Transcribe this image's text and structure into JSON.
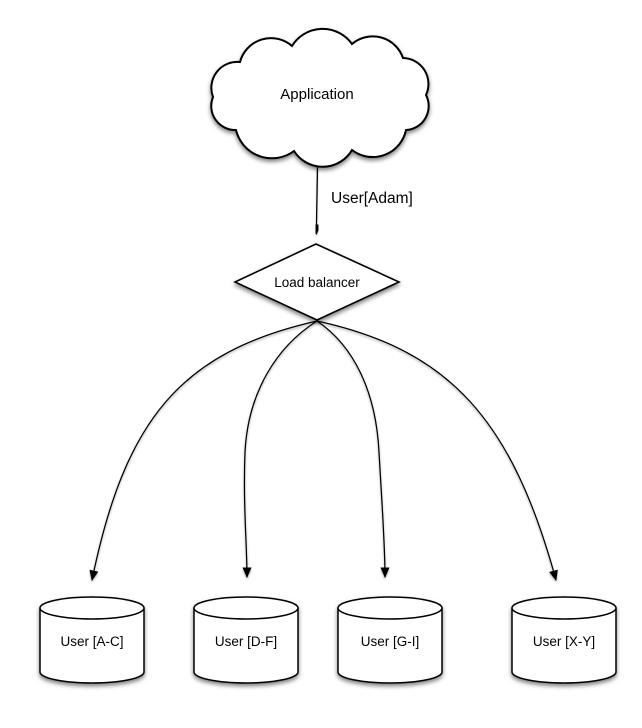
{
  "diagram": {
    "background_color": "#ffffff",
    "stroke_color": "#000000",
    "fill_color": "#ffffff",
    "text_color": "#000000",
    "nodes": {
      "application": {
        "label": "Application",
        "shape": "cloud"
      },
      "load_balancer": {
        "label": "Load balancer",
        "shape": "diamond"
      },
      "db_ac": {
        "label": "User [A-C]",
        "shape": "cylinder"
      },
      "db_df": {
        "label": "User [D-F]",
        "shape": "cylinder"
      },
      "db_gi": {
        "label": "User [G-I]",
        "shape": "cylinder"
      },
      "db_xy": {
        "label": "User [X-Y]",
        "shape": "cylinder"
      }
    },
    "edges": {
      "app_to_lb": {
        "from": "application",
        "to": "load_balancer",
        "label": "User[Adam]"
      },
      "lb_to_ac": {
        "from": "load_balancer",
        "to": "db_ac",
        "label": ""
      },
      "lb_to_df": {
        "from": "load_balancer",
        "to": "db_df",
        "label": ""
      },
      "lb_to_gi": {
        "from": "load_balancer",
        "to": "db_gi",
        "label": ""
      },
      "lb_to_xy": {
        "from": "load_balancer",
        "to": "db_xy",
        "label": ""
      }
    }
  }
}
